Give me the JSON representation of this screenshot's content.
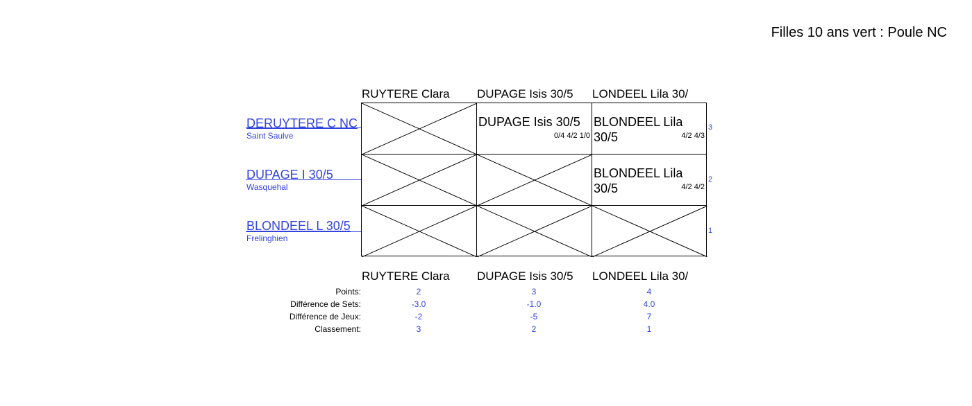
{
  "title": "Filles 10 ans vert : Poule NC",
  "column_headers": [
    "RUYTERE Clara",
    "DUPAGE Isis 30/5",
    "LONDEEL Lila 30/"
  ],
  "footer_headers": [
    "RUYTERE Clara",
    "DUPAGE Isis 30/5",
    "LONDEEL Lila 30/"
  ],
  "players": [
    {
      "name": "DERUYTERE C NC",
      "club": "Saint Saulve",
      "rank": "3"
    },
    {
      "name": "DUPAGE I 30/5",
      "club": "Wasquehal",
      "rank": "2"
    },
    {
      "name": "BLONDEEL L 30/5",
      "club": "Frelinghien",
      "rank": "1"
    }
  ],
  "matches": {
    "r0c1": {
      "winner": "DUPAGE Isis 30/5",
      "score": "0/4 4/2 1/0"
    },
    "r0c2": {
      "winner": "BLONDEEL Lila 30/5",
      "score": "4/2 4/3"
    },
    "r1c2": {
      "winner": "BLONDEEL Lila 30/5",
      "score": "4/2 4/2"
    }
  },
  "stats": {
    "labels": [
      "Points:",
      "Différence de Sets:",
      "Différence de Jeux:",
      "Classement:"
    ],
    "points": [
      "2",
      "3",
      "4"
    ],
    "sets": [
      "-3.0",
      "-1.0",
      "4.0"
    ],
    "jeux": [
      "-2",
      "-5",
      "7"
    ],
    "classement": [
      "3",
      "2",
      "1"
    ]
  }
}
